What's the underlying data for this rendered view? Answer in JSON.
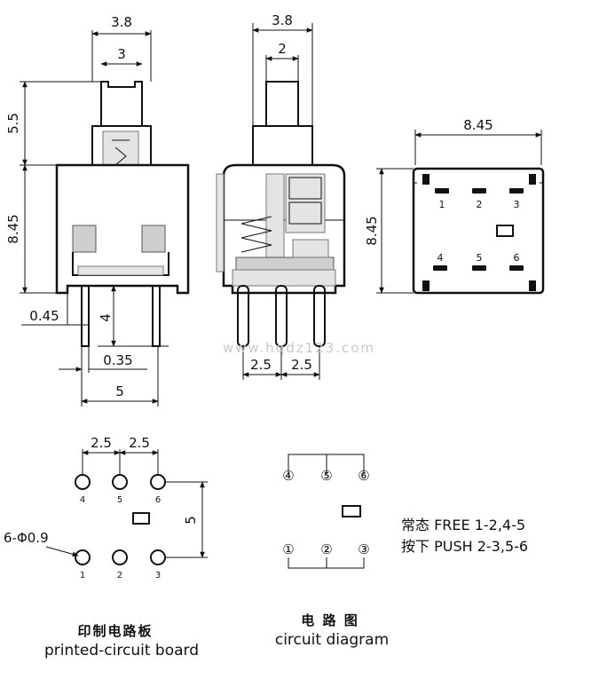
{
  "front_view": {
    "width_outer": "3.8",
    "width_inner": "3",
    "height_top": "5.5",
    "height_body": "8.45",
    "pin_thickness": "0.45",
    "pin_length": "4",
    "pin_width": "0.35",
    "pin_span": "5"
  },
  "side_view": {
    "width_outer": "3.8",
    "width_inner": "2",
    "pitch_left": "2.5",
    "pitch_right": "2.5",
    "watermark": "www.hqdz123.com"
  },
  "bottom_view": {
    "width": "8.45",
    "height": "8.45",
    "pins_top": [
      "1",
      "2",
      "3"
    ],
    "pins_bottom": [
      "4",
      "5",
      "6"
    ]
  },
  "pcb": {
    "pitch_left": "2.5",
    "pitch_right": "2.5",
    "row_spacing": "5",
    "hole_note": "6-Φ0.9",
    "pins_top": [
      "4",
      "5",
      "6"
    ],
    "pins_bottom": [
      "1",
      "2",
      "3"
    ],
    "caption_cn": "印制电路板",
    "caption_en": "printed-circuit board"
  },
  "circuit": {
    "pins_top": [
      "④",
      "⑤",
      "⑥"
    ],
    "pins_bottom": [
      "①",
      "②",
      "③"
    ],
    "caption_cn": "电 路 图",
    "caption_en": "circuit diagram"
  },
  "legend": {
    "free": "常态 FREE 1-2,4-5",
    "push": "按下 PUSH 2-3,5-6"
  }
}
